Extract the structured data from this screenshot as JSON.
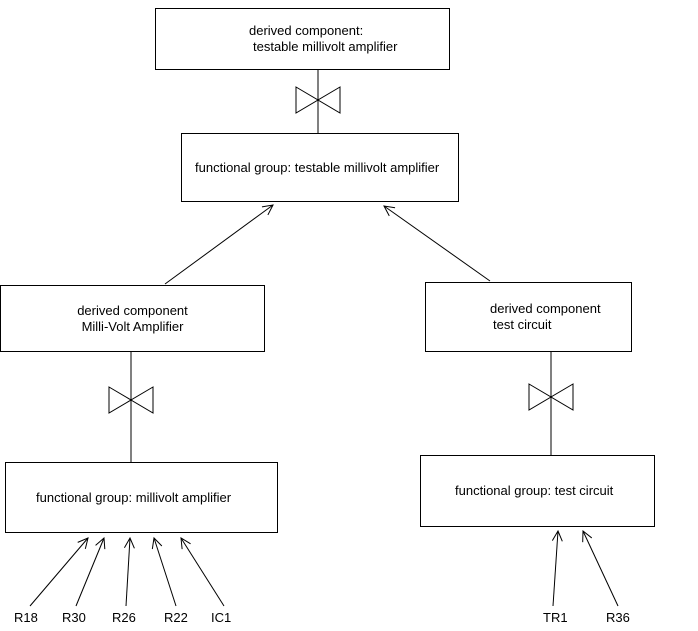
{
  "boxes": {
    "derived_testable": {
      "line1": "derived component:",
      "line2": "testable millivolt amplifier"
    },
    "fg_testable": {
      "label": "functional group: testable millivolt amplifier"
    },
    "derived_mva": {
      "line1": "derived component",
      "line2": "Milli-Volt Amplifier"
    },
    "derived_test": {
      "line1": "derived component",
      "line2": "test circuit"
    },
    "fg_mva": {
      "label": "functional group: millivolt amplifier"
    },
    "fg_test": {
      "label": "functional group: test circuit"
    }
  },
  "leaves": {
    "left": [
      "R18",
      "R30",
      "R26",
      "R22",
      "IC1"
    ],
    "right": [
      "TR1",
      "R36"
    ]
  },
  "colors": {
    "stroke": "#000000",
    "background": "#ffffff"
  }
}
